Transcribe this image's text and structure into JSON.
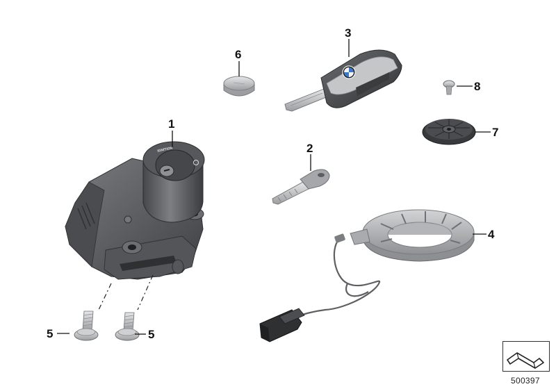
{
  "callouts": {
    "ignition_lock": "1",
    "mechanical_key": "2",
    "radio_key": "3",
    "ring_antenna": "4",
    "screw_left": "5",
    "screw_right": "5",
    "battery": "6",
    "cover_cap": "7",
    "screw_small": "8"
  },
  "ignition_marking": "IGNITION",
  "diagram_id": "500397",
  "nav_icon": "arrow-icon",
  "colors": {
    "housing": "#5e6063",
    "housing_dark": "#3c3e41",
    "housing_light": "#8a8c8f",
    "part_light": "#c9cacc",
    "part_mid": "#a3a5a8"
  }
}
